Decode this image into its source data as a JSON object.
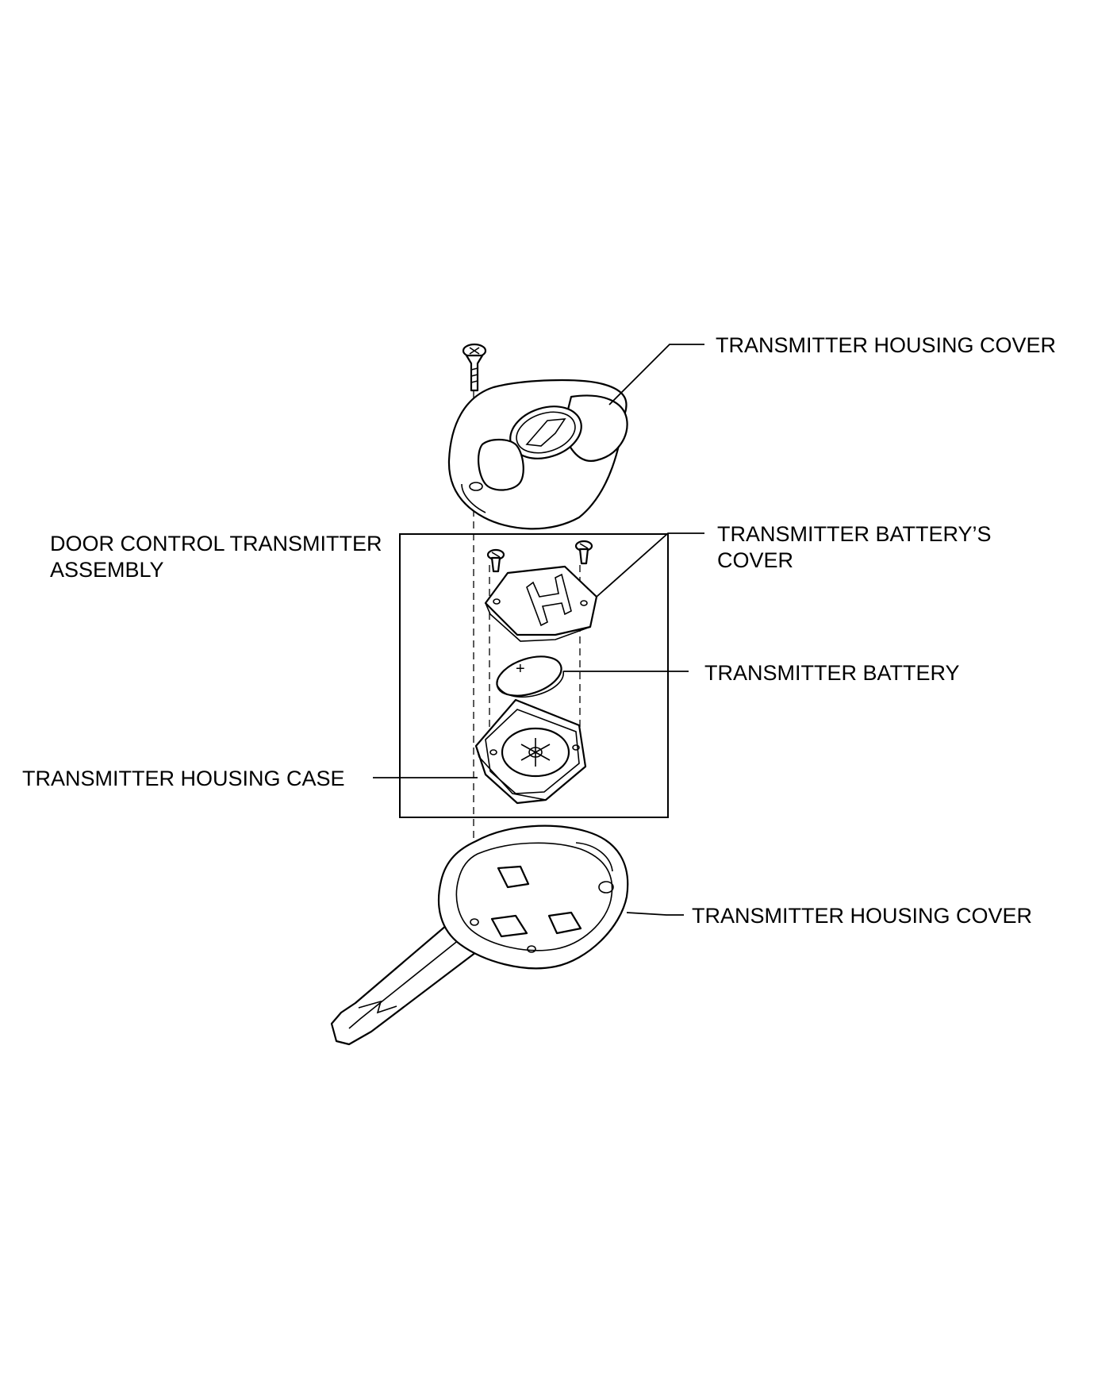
{
  "labels": {
    "cover_top": "TRANSMITTER HOUSING COVER",
    "battery_cover_line1": "TRANSMITTER BATTERY’S",
    "battery_cover_line2": "COVER",
    "battery": "TRANSMITTER BATTERY",
    "assembly_line1": "DOOR CONTROL TRANSMITTER",
    "assembly_line2": "ASSEMBLY",
    "housing_case": "TRANSMITTER HOUSING CASE",
    "cover_bottom": "TRANSMITTER HOUSING COVER"
  },
  "symbols": {
    "battery_polarity": "+"
  }
}
